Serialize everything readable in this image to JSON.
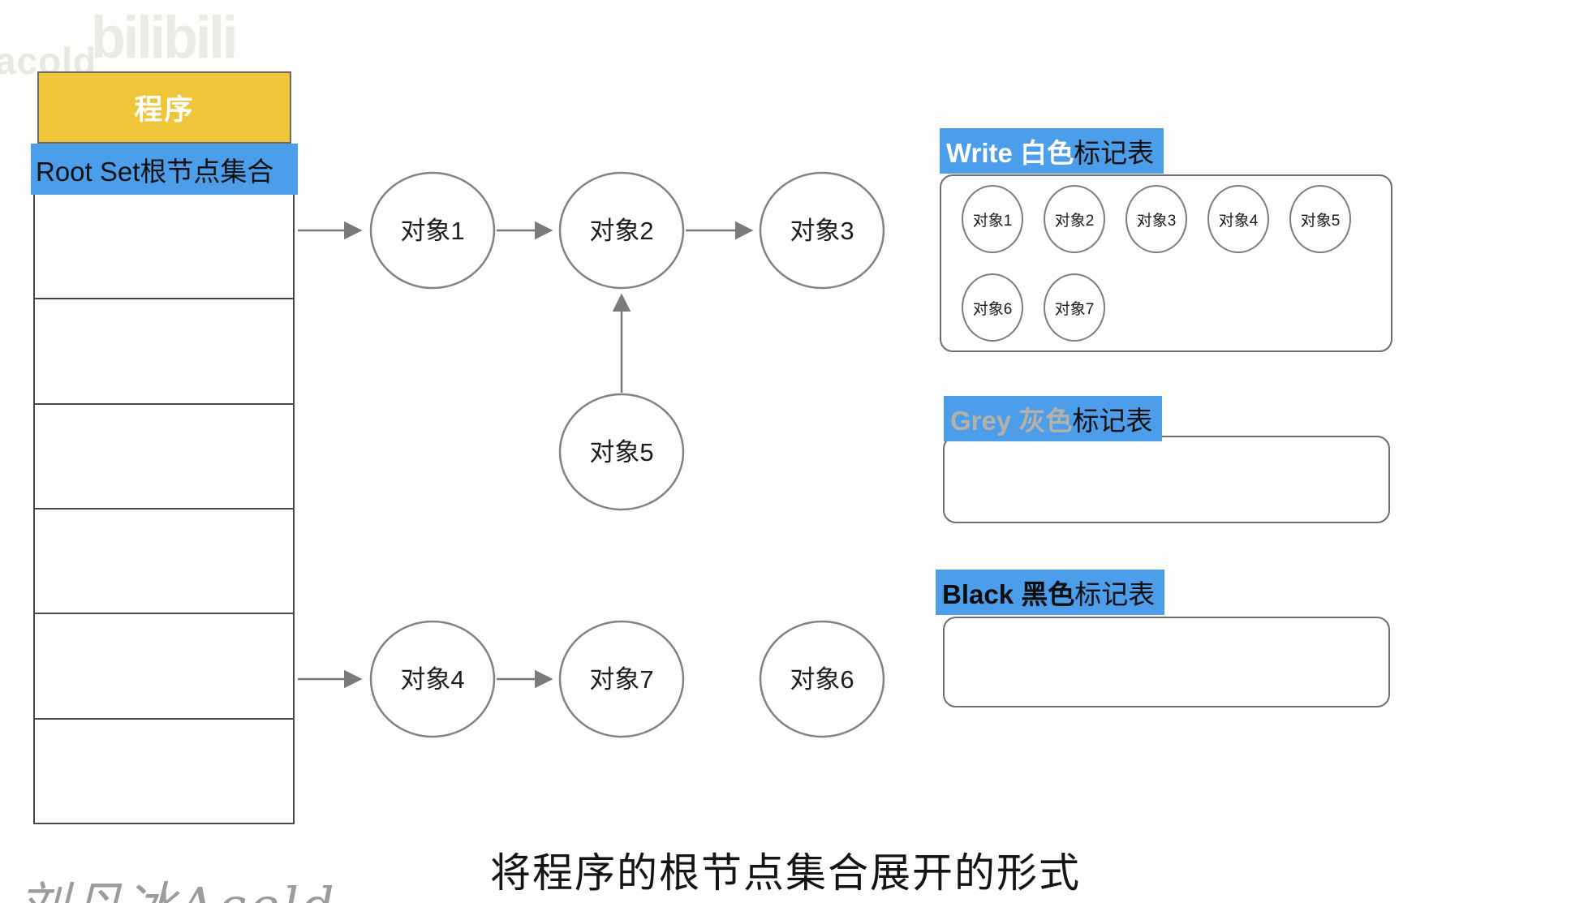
{
  "watermarks": {
    "brand_text": "acold",
    "logo_text": "bilibili",
    "signature": "刘丹冰Aceld"
  },
  "program_stack": {
    "header": "程序",
    "root_set_label": "Root Set根节点集合",
    "empty_cell_count": 6
  },
  "graph": {
    "nodes": [
      {
        "id": "obj1",
        "label": "对象1"
      },
      {
        "id": "obj2",
        "label": "对象2"
      },
      {
        "id": "obj3",
        "label": "对象3"
      },
      {
        "id": "obj5",
        "label": "对象5"
      },
      {
        "id": "obj4",
        "label": "对象4"
      },
      {
        "id": "obj7",
        "label": "对象7"
      },
      {
        "id": "obj6",
        "label": "对象6"
      }
    ],
    "edges": [
      {
        "from": "root_set",
        "to": "obj1"
      },
      {
        "from": "obj1",
        "to": "obj2"
      },
      {
        "from": "obj2",
        "to": "obj3"
      },
      {
        "from": "obj5",
        "to": "obj2"
      },
      {
        "from": "root_set",
        "to": "obj4"
      },
      {
        "from": "obj4",
        "to": "obj7"
      }
    ]
  },
  "mark_tables": {
    "white": {
      "label_en": "Write 白色",
      "label_cn": "标记表",
      "items": [
        "对象1",
        "对象2",
        "对象3",
        "对象4",
        "对象5",
        "对象6",
        "对象7"
      ]
    },
    "grey": {
      "label_en": "Grey 灰色",
      "label_cn": "标记表",
      "items": []
    },
    "black": {
      "label_en": "Black 黑色",
      "label_cn": "标记表",
      "items": []
    }
  },
  "caption": "将程序的根节点集合展开的形式",
  "colors": {
    "highlight_blue": "#4c9eea",
    "header_yellow": "#efc53a",
    "stroke_grey": "#7a7a7a"
  }
}
